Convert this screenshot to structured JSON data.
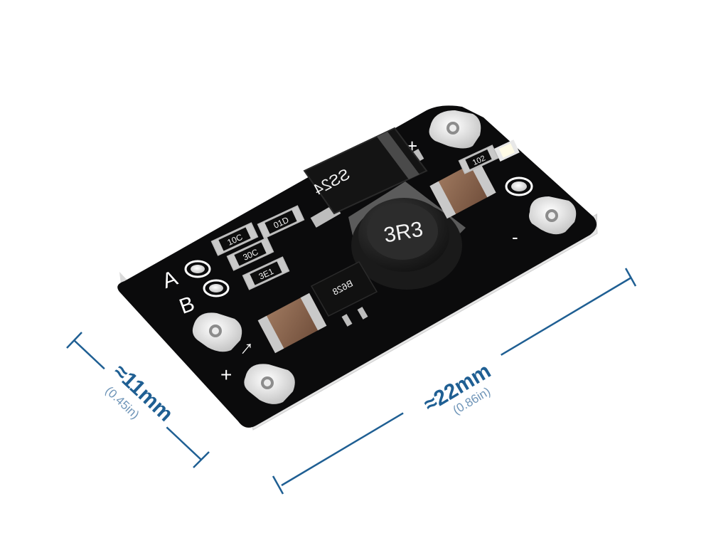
{
  "dimensions": {
    "width": {
      "main": "≈11mm",
      "sub": "(0.45in)"
    },
    "length": {
      "main": "≈22mm",
      "sub": "(0.86in)"
    }
  },
  "board": {
    "silkscreen": {
      "label_a": "A",
      "label_b": "B",
      "plus_top": "+",
      "minus_right": "-",
      "plus_bottom": "+",
      "arrow": "↑"
    },
    "components": {
      "diode": "SS24",
      "inductor": "3R3",
      "ic": "B628",
      "r1": "10C",
      "r2": "30C",
      "r3": "3E1",
      "r4": "01D",
      "led_resistor": "102"
    }
  },
  "colors": {
    "dimension_lines": "#1f5f93",
    "pcb": "#0b0b0c",
    "pad": "#d9d9d9",
    "substrate_edge": "#dcdcdc"
  }
}
